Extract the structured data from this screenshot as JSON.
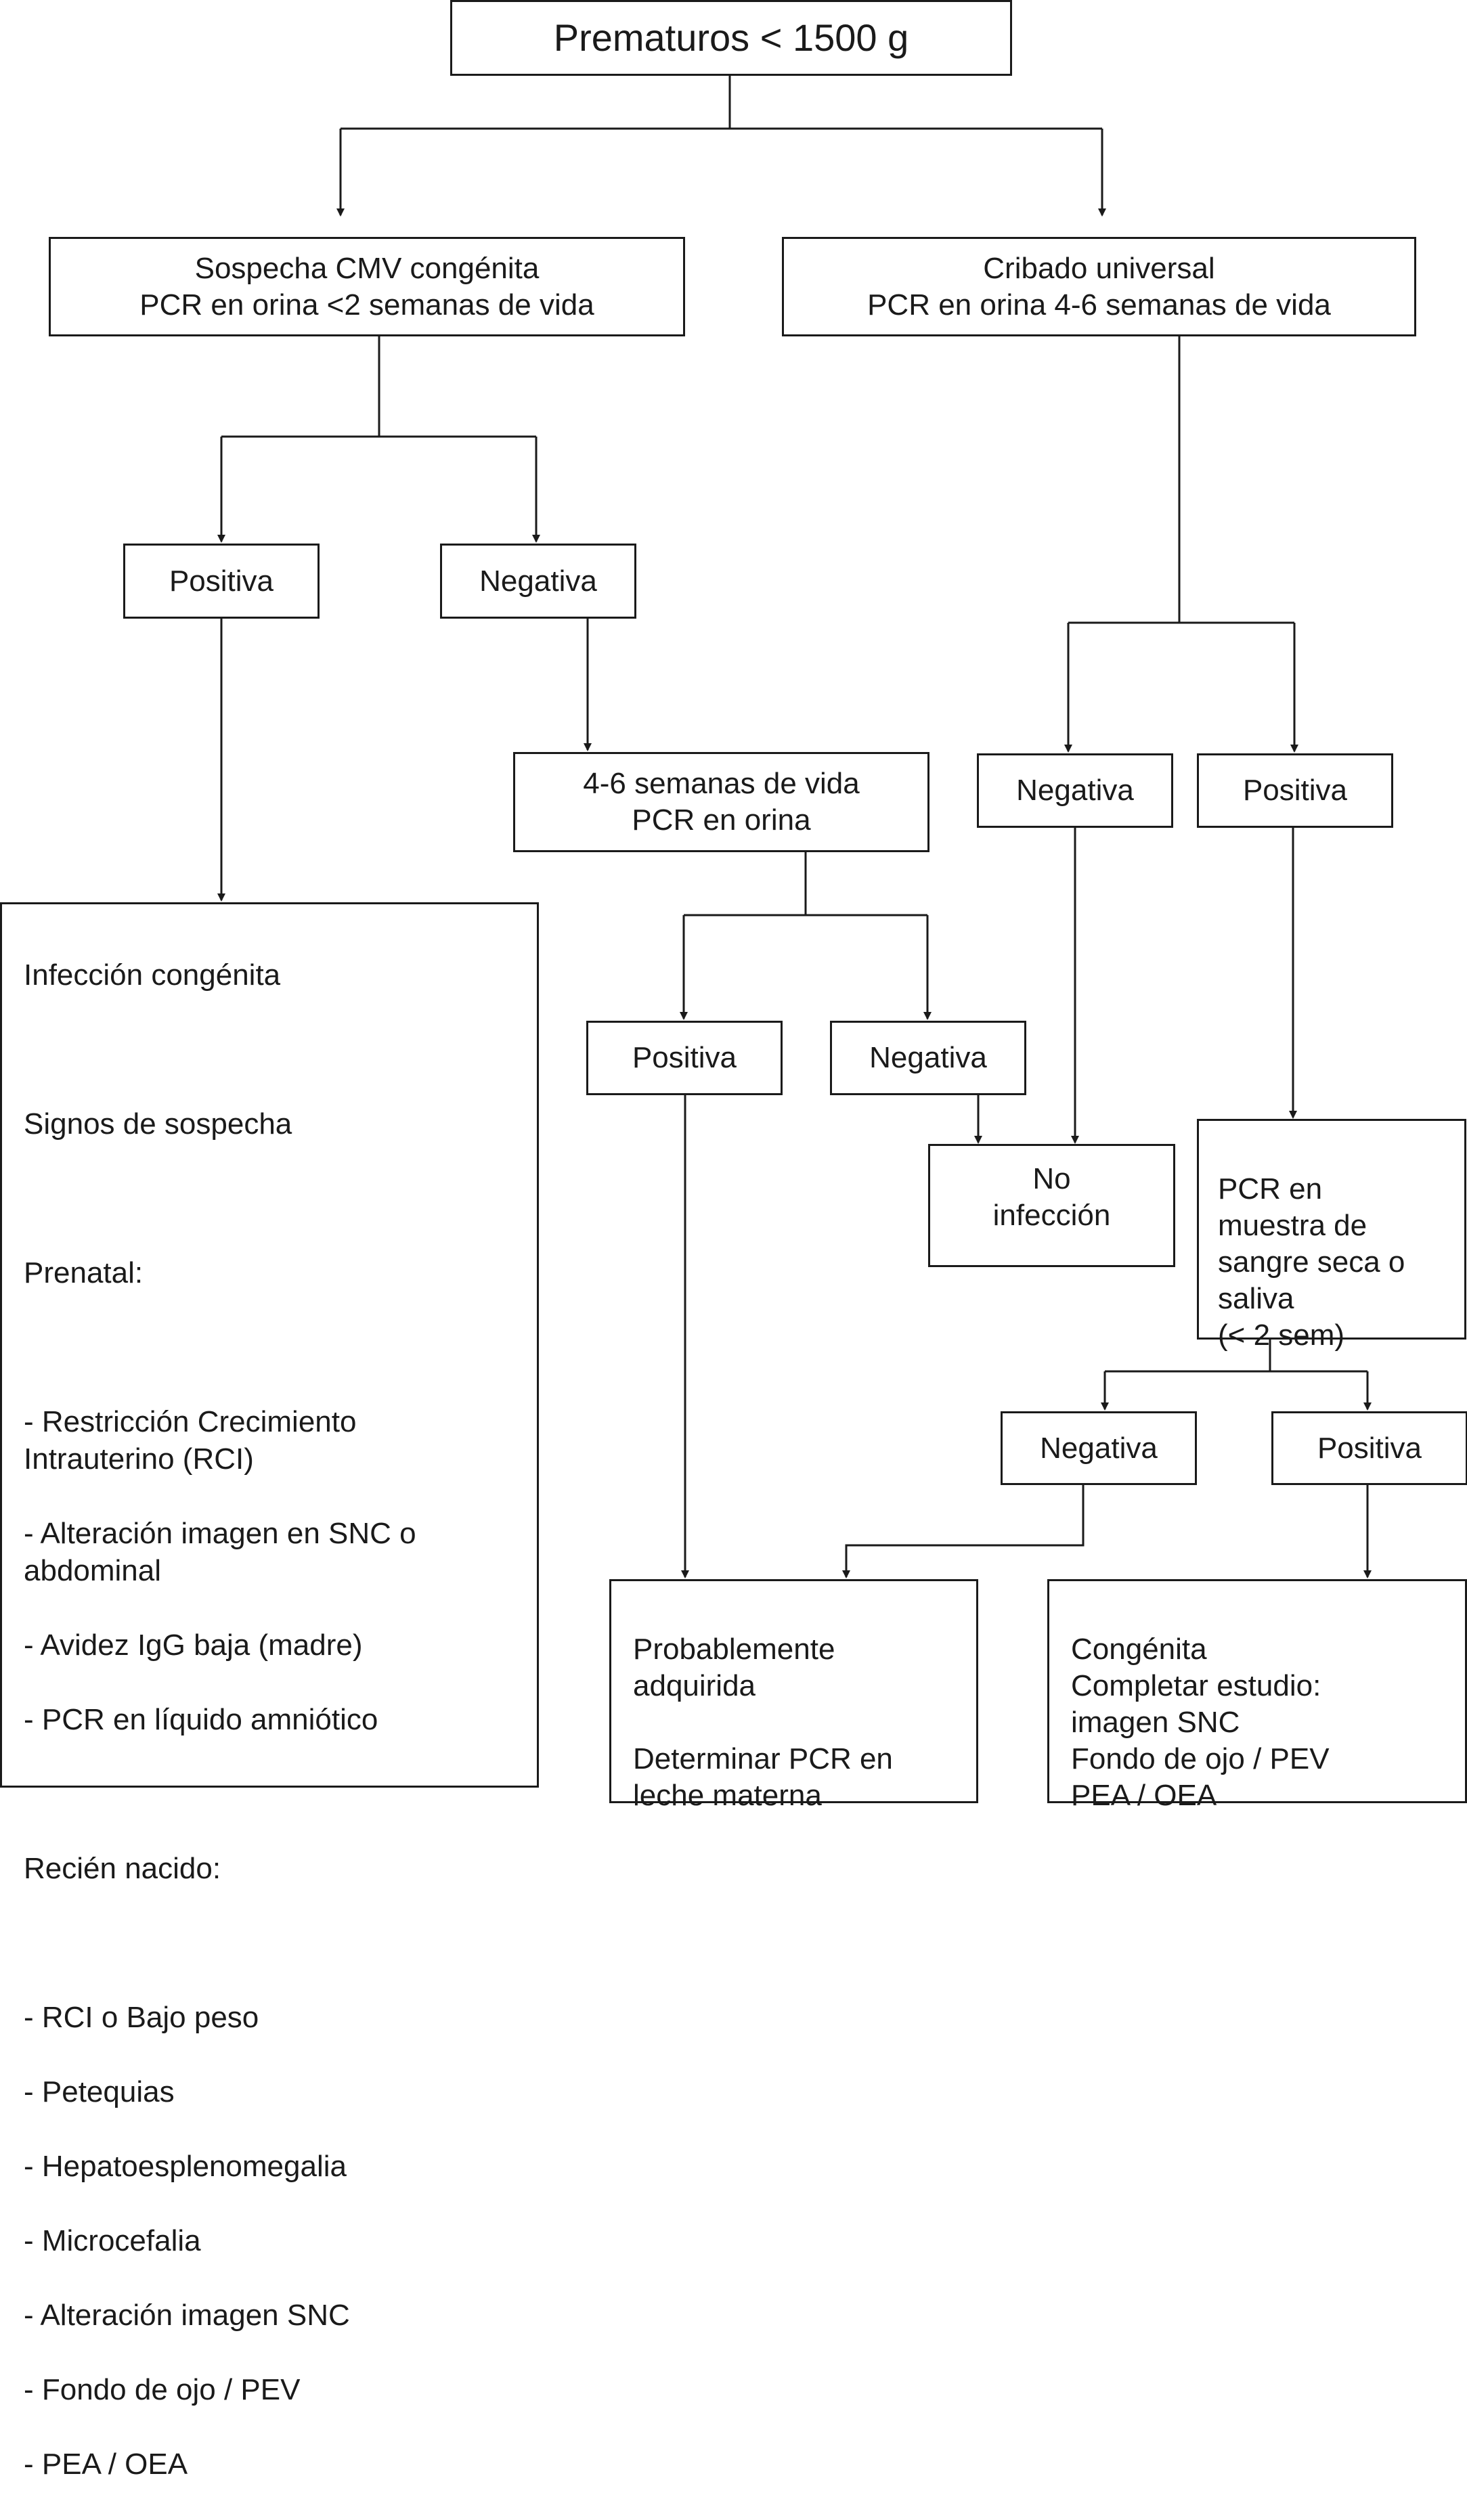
{
  "nodes": {
    "root": "Prematuros < 1500 g",
    "sospecha": "Sospecha CMV congénita\nPCR en orina  <2 semanas de vida",
    "cribado": "Cribado universal\nPCR en orina  4-6 semanas de vida",
    "sos_positiva": "Positiva",
    "sos_negativa": "Negativa",
    "semanas_pcr": "4-6 semanas de vida\nPCR en orina",
    "sem_positiva": "Positiva",
    "sem_negativa": "Negativa",
    "crib_negativa": "Negativa",
    "crib_positiva": "Positiva",
    "no_infeccion": "No\ninfección",
    "sangre_seca": "PCR en\nmuestra de\nsangre seca o\nsaliva\n(< 2 sem)",
    "ss_negativa": "Negativa",
    "ss_positiva": "Positiva",
    "probablemente": "Probablemente\nadquirida\n\nDeterminar PCR en\nleche materna",
    "congenita": "Congénita\nCompletar estudio:\nimagen SNC\nFondo de ojo / PEV\nPEA / OEA"
  },
  "infeccion_box": {
    "title": "Infección congénita",
    "signos": "Signos de sospecha",
    "prenatal_label": "Prenatal:",
    "prenatal_items": [
      "- Restricción Crecimiento\nIntrauterino (RCI)",
      "- Alteración imagen en SNC o\nabdominal",
      "- Avidez IgG baja (madre)",
      "- PCR en líquido amniótico"
    ],
    "recien_label": "Recién nacido:",
    "recien_items": [
      "- RCI o Bajo peso",
      "- Petequias",
      "- Hepatoesplenomegalia",
      "- Microcefalia",
      "- Alteración imagen SNC",
      "- Fondo de ojo / PEV",
      "- PEA / OEA"
    ]
  },
  "colors": {
    "line": "#1a1a1a",
    "background": "#ffffff"
  }
}
